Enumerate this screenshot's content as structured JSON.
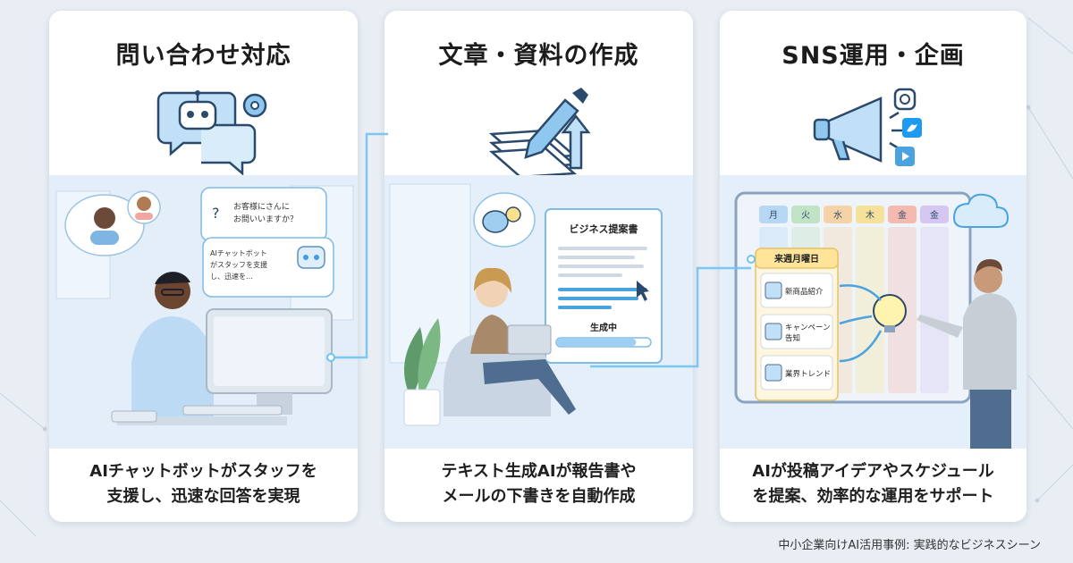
{
  "cards": [
    {
      "title": "問い合わせ対応",
      "icon": "chatbot-speech-bubble-icon",
      "scene": {
        "bubble_question": "?",
        "customer_message_line1": "お客様にさんに",
        "customer_message_line2": "お問いいますか？",
        "bot_message_line1": "AIチャットボット",
        "bot_message_line2": "がスタッフを支援",
        "bot_message_line3": "し、迅速を…"
      },
      "caption_line1": "AIチャットボットがスタッフを",
      "caption_line2": "支援し、迅速な回答を実現"
    },
    {
      "title": "文章・資料の作成",
      "icon": "pen-document-icon",
      "scene": {
        "document_title": "ビジネス提案書",
        "progress_label": "生成中",
        "progress": 0.85
      },
      "caption_line1": "テキスト生成AIが報告書や",
      "caption_line2": "メールの下書きを自動作成"
    },
    {
      "title": "SNS運用・企画",
      "icon": "megaphone-icon",
      "scene": {
        "weekdays": [
          "月",
          "火",
          "水",
          "木",
          "金",
          "金"
        ],
        "panel_header": "来週月曜日",
        "items": [
          "新商品紹介",
          "キャンペーン\n告知",
          "業界トレンド"
        ]
      },
      "caption_line1": "AIが投稿アイデアやスケジュール",
      "caption_line2": "を提案、効率的な運用をサポート"
    }
  ],
  "footnote": "中小企業向けAI活用事例: 実践的なビジネスシーン",
  "colors": {
    "accent": "#4aa3df",
    "background": "#e9eef4",
    "card": "#ffffff",
    "text": "#1e1e1e"
  }
}
